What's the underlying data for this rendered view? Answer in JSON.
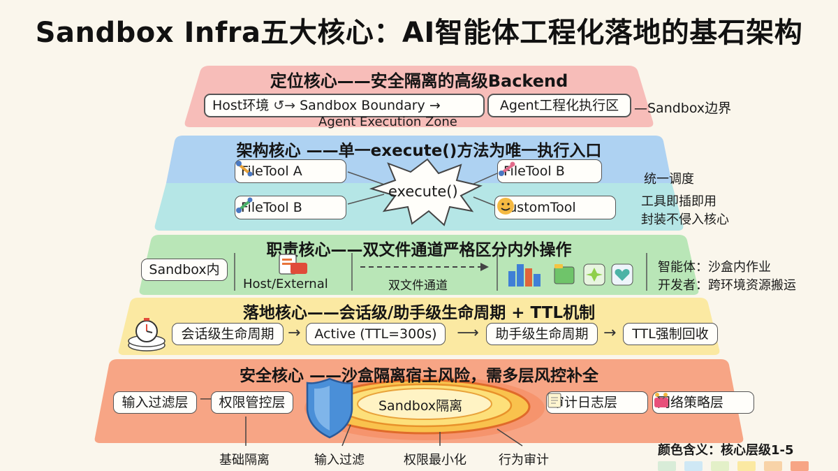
{
  "title": "Sandbox Infra五大核心：AI智能体工程化落地的基石架构",
  "tier1": {
    "heading": "定位核心——安全隔离的高级Backend",
    "host": "Host环境",
    "cycle": "↺→",
    "boundary": "Sandbox Boundary →",
    "zone_en": "Agent Execution Zone",
    "agent": "Agent工程化执行区",
    "side": "—Sandbox边界",
    "color": "#f6b3b0"
  },
  "tier2": {
    "heading": "架构核心 ——单一execute()方法为唯一执行入口",
    "tool_a": "FileTool A",
    "tool_b_top": "FileTool B",
    "tool_b_bottom": "FileTool B",
    "custom": "CustomTool",
    "center": "execute()",
    "note1": "统一调度",
    "note2": "工具即插即用",
    "note3": "封装不侵入核心",
    "color_top": "#aed2f2",
    "color_bottom": "#b5e6e6"
  },
  "tier3": {
    "heading": "职责核心——双文件通道严格区分内外操作",
    "sandbox_in": "Sandbox内",
    "host_ext": "Host/External",
    "channel": "双文件通道",
    "note1": "智能体：沙盒内作业",
    "note2": "开发者：跨环境资源搬运",
    "color": "#b9e6b7"
  },
  "tier4": {
    "heading": "落地核心——会话级/助手级生命周期 + TTL机制",
    "step1": "会话级生命周期",
    "step2": "Active (TTL=300s)",
    "step3": "助手级生命周期",
    "step4": "TTL强制回收",
    "color": "#fbe9a2"
  },
  "tier5": {
    "heading": "安全核心 ——沙盒隔离宿主风险，需多层风控补全",
    "input_filter": "输入过滤层",
    "perm_control": "权限管控层",
    "audit_log": "审计日志层",
    "net_policy": "网络策略层",
    "center": "Sandbox隔离",
    "label1": "基础隔离",
    "label2": "输入过滤",
    "label3": "权限最小化",
    "label4": "行为审计",
    "color": "#f7a585"
  },
  "legend": {
    "text": "颜色含义：核心层级1-5",
    "colors": [
      "#d8ecd8",
      "#cfe8f5",
      "#e3f0c8",
      "#fbe9a2",
      "#f8d3a8",
      "#f7a585"
    ]
  }
}
